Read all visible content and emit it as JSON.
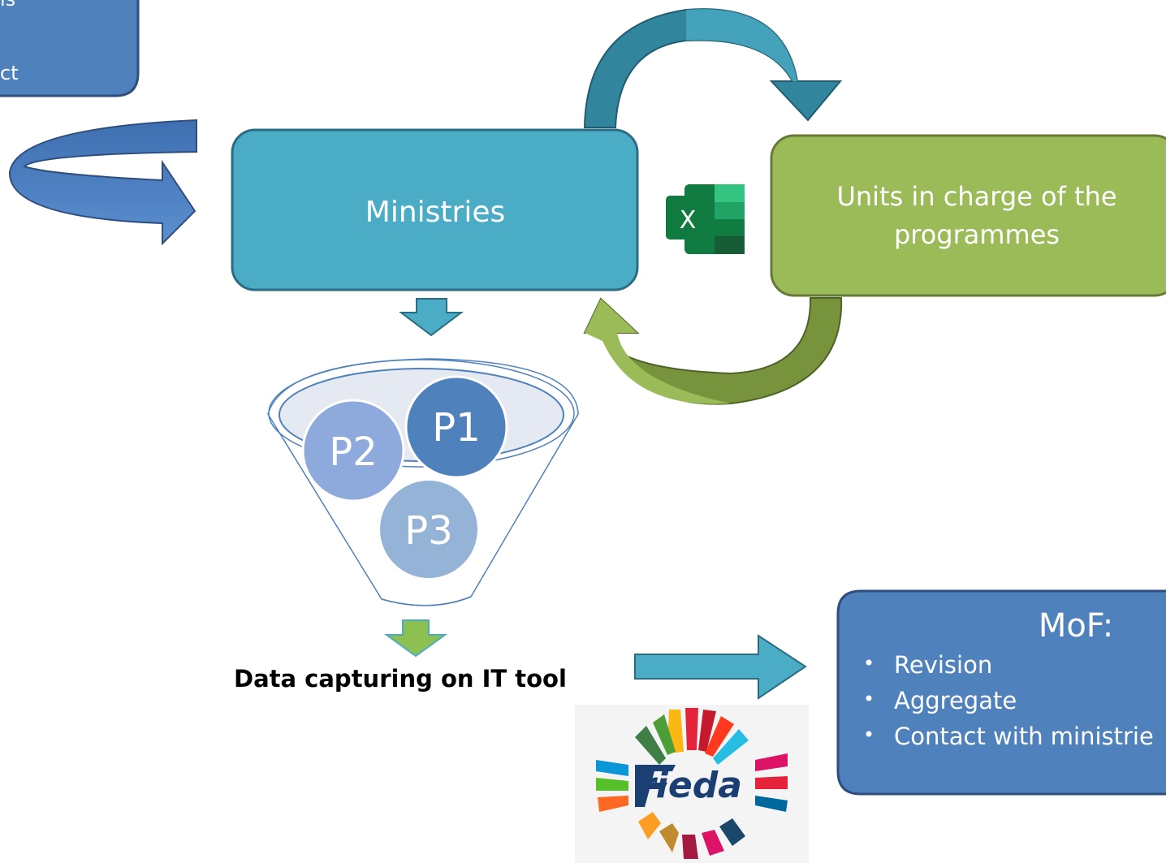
{
  "top_left_box": {
    "line1": "is",
    "line2": "ct"
  },
  "ministries": {
    "label": "Ministries"
  },
  "units": {
    "line1": "Units in charge of the",
    "line2": "programmes"
  },
  "excel_icon": {
    "letter": "X"
  },
  "programmes": [
    "P1",
    "P2",
    "P3"
  ],
  "data_capture": {
    "label": "Data capturing on IT tool"
  },
  "frieda_logo": {
    "text": "rieda"
  },
  "mof": {
    "title": "MoF:",
    "items": [
      "Revision",
      "Aggregate",
      "Contact with ministrie"
    ]
  },
  "colors": {
    "ministries": "#4bacc6",
    "units": "#9bbb59",
    "dark_blue": "#4f81bd",
    "funnel_top": "#e4e9f2",
    "p3": "#95b3d7",
    "p2": "#8eaadc"
  }
}
